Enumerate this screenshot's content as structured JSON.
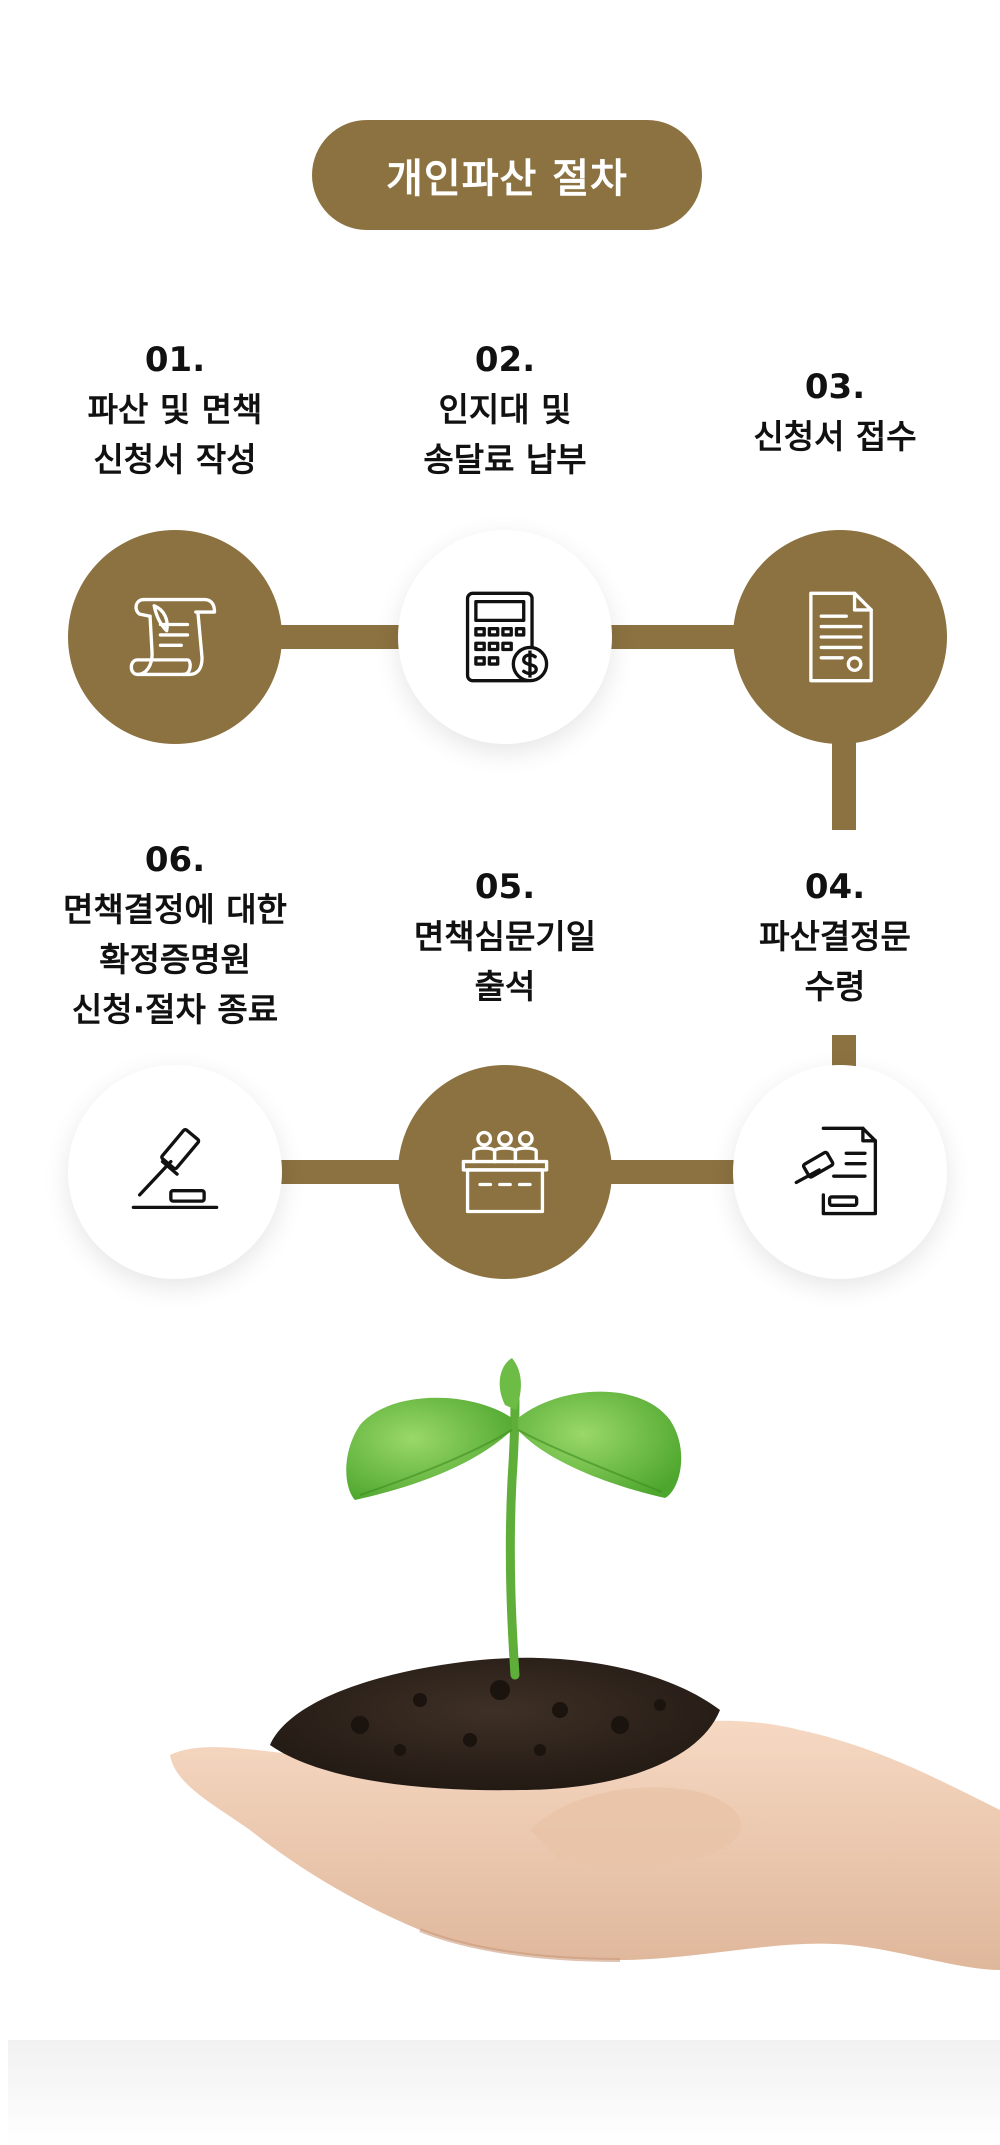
{
  "header": {
    "title": "개인파산 절차"
  },
  "steps": [
    {
      "num": "01.",
      "label": "파산 및 면책\n신청서 작성",
      "icon": "scroll-icon",
      "style": "filled"
    },
    {
      "num": "02.",
      "label": "인지대 및\n송달료 납부",
      "icon": "calculator-icon",
      "style": "white"
    },
    {
      "num": "03.",
      "label": "신청서 접수",
      "icon": "document-icon",
      "style": "filled"
    },
    {
      "num": "04.",
      "label": "파산결정문\n수령",
      "icon": "gavel-document-icon",
      "style": "white"
    },
    {
      "num": "05.",
      "label": "면책심문기일\n출석",
      "icon": "courtroom-icon",
      "style": "filled"
    },
    {
      "num": "06.",
      "label": "면책결정에 대한\n확정증명원\n신청·절차 종료",
      "icon": "gavel-icon",
      "style": "white"
    }
  ],
  "colors": {
    "accent": "#8c7240",
    "background": "#ffffff",
    "text": "#111111"
  },
  "illustration": {
    "name": "seedling-in-hand-illustration"
  }
}
